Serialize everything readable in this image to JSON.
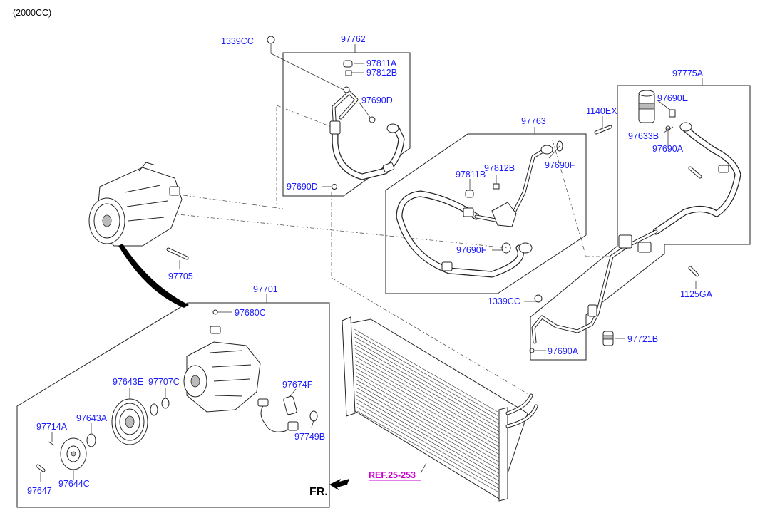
{
  "header": {
    "title": "(2000CC)"
  },
  "parts": {
    "p1339CC_top": "1339CC",
    "p97762": "97762",
    "p97811A": "97811A",
    "p97812B_top": "97812B",
    "p97690D_top": "97690D",
    "p97690D_bottom": "97690D",
    "p97763": "97763",
    "p97811B": "97811B",
    "p97812B_mid": "97812B",
    "p97690F_top": "97690F",
    "p97690F_mid": "97690F",
    "p97775A": "97775A",
    "p1140EX": "1140EX",
    "p97690E": "97690E",
    "p97633B": "97633B",
    "p97690A_top": "97690A",
    "p97705": "97705",
    "p1339CC_mid": "1339CC",
    "p1125GA": "1125GA",
    "p97721B": "97721B",
    "p97690A_bottom": "97690A",
    "p97701": "97701",
    "p97680C": "97680C",
    "p97643E": "97643E",
    "p97707C": "97707C",
    "p97674F": "97674F",
    "p97643A": "97643A",
    "p97714A": "97714A",
    "p97749B": "97749B",
    "p97647": "97647",
    "p97644C": "97644C"
  },
  "reference": {
    "ref_label": "REF.25-253"
  },
  "direction": {
    "front_label": "FR."
  }
}
